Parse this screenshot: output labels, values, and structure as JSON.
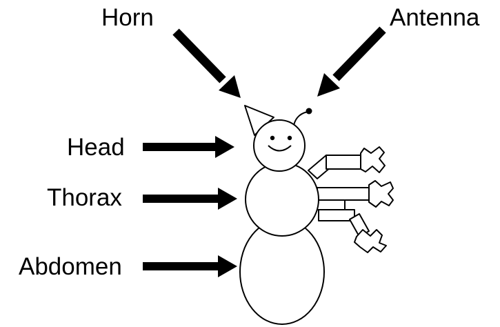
{
  "labels": {
    "horn": "Horn",
    "antenna": "Antenna",
    "head": "Head",
    "thorax": "Thorax",
    "abdomen": "Abdomen"
  },
  "colors": {
    "ink": "#000000",
    "background": "#ffffff"
  }
}
